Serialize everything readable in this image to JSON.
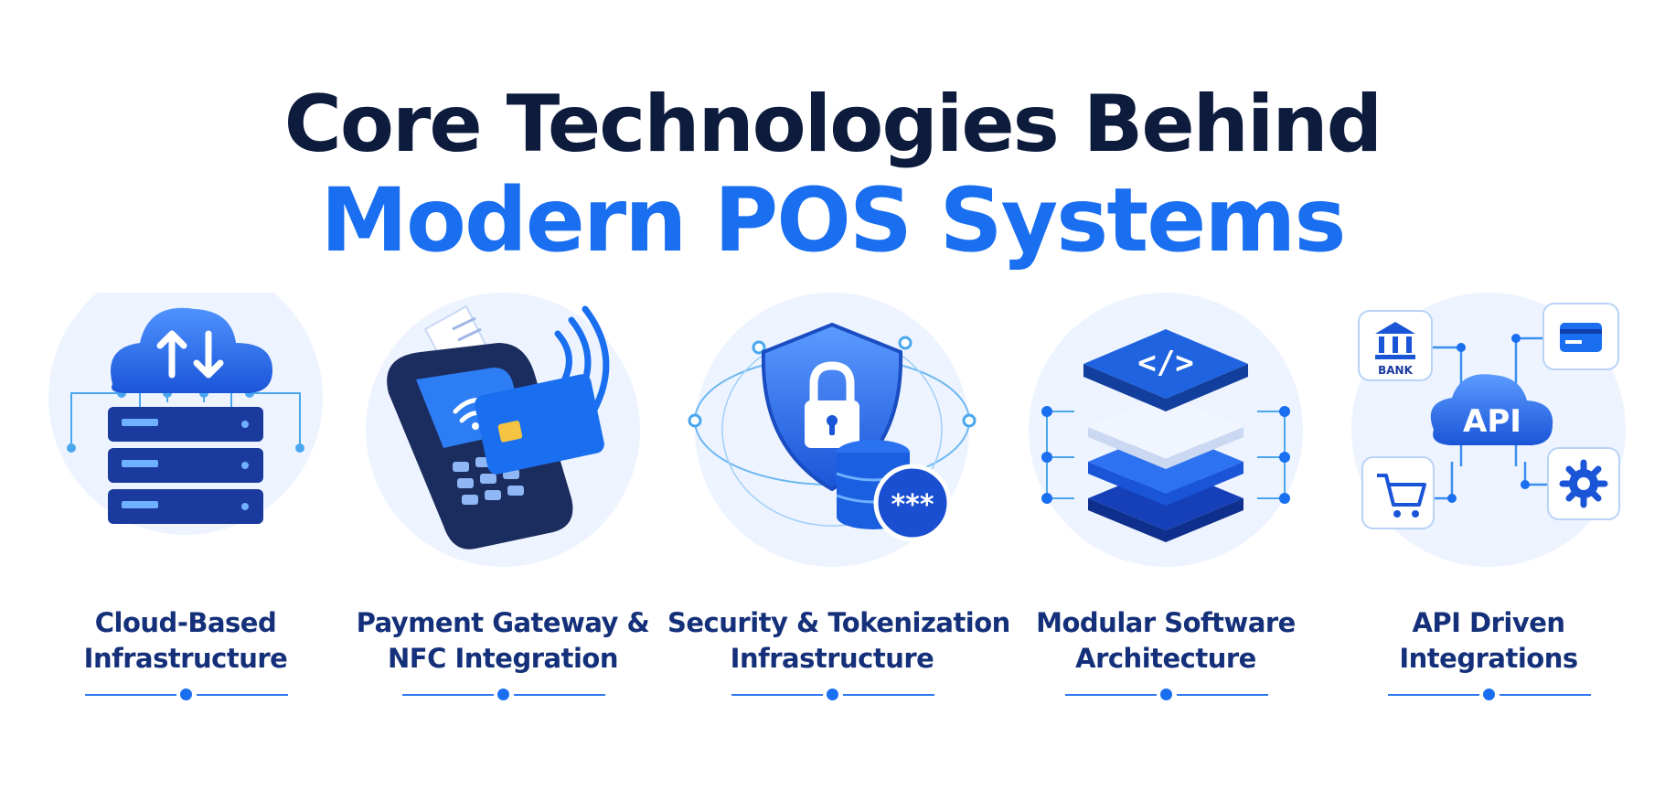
{
  "title": {
    "line1": "Core Technologies Behind",
    "line2": "Modern POS Systems"
  },
  "colors": {
    "title_dark": "#0d1b3d",
    "title_accent": "#1a6ff0",
    "label": "#14307a",
    "icon_blue": "#1f63e0"
  },
  "cards": [
    {
      "icon": "cloud-server-icon",
      "label_line1": "Cloud-Based",
      "label_line2": "Infrastructure"
    },
    {
      "icon": "payment-terminal-icon",
      "label_line1": "Payment Gateway &",
      "label_line2": "NFC Integration"
    },
    {
      "icon": "security-shield-icon",
      "label_line1": "Security & Tokenization",
      "label_line2": "Infrastructure",
      "icon_text": "***"
    },
    {
      "icon": "layered-modules-icon",
      "label_line1": "Modular Software",
      "label_line2": "Architecture",
      "icon_text": "</>"
    },
    {
      "icon": "api-network-icon",
      "label_line1": "API Driven",
      "label_line2": "Integrations",
      "icon_text": "API",
      "bank_text": "BANK"
    }
  ]
}
